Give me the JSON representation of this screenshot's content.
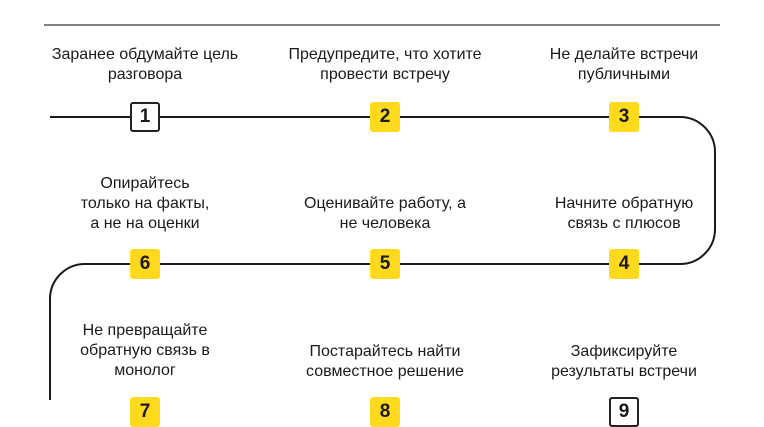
{
  "colors": {
    "accent": "#ffd91c",
    "line": "#1a1a1a",
    "divider": "#808080"
  },
  "steps": [
    {
      "number": "1",
      "text": "Заранее обдумайте цель разговора",
      "style": "white"
    },
    {
      "number": "2",
      "text": "Предупредите, что хотите провести встречу",
      "style": "yellow"
    },
    {
      "number": "3",
      "text": "Не делайте встречи публичными",
      "style": "yellow"
    },
    {
      "number": "4",
      "text": "Начните обратную связь с плюсов",
      "style": "yellow"
    },
    {
      "number": "5",
      "text": "Оценивайте работу, а не человека",
      "style": "yellow"
    },
    {
      "number": "6",
      "text": "Опирайтесь только на факты, а не на оценки",
      "style": "yellow"
    },
    {
      "number": "7",
      "text": "Не превращайте обратную связь в монолог",
      "style": "yellow"
    },
    {
      "number": "8",
      "text": "Постарайтесь найти совместное решение",
      "style": "yellow"
    },
    {
      "number": "9",
      "text": "Зафиксируйте результаты встречи",
      "style": "white"
    }
  ]
}
